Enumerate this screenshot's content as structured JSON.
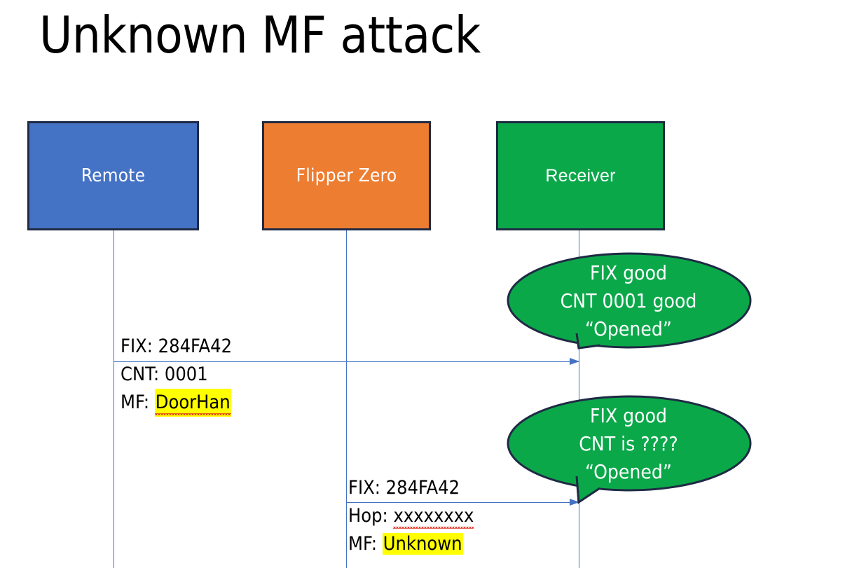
{
  "slide": {
    "title": "Unknown MF attack",
    "background_color": "#FFFFFF"
  },
  "colors": {
    "remote": "#4472C4",
    "flipper": "#ED7D31",
    "receiver": "#0BA84A",
    "box_border": "#1F2A44",
    "lifeline": "#4472C4",
    "highlight": "#FFFF00",
    "spellcheck_underline": "#E03020",
    "callout_fill": "#0BA84A",
    "callout_stroke": "#1F2A44"
  },
  "actors": [
    {
      "id": "remote",
      "label": "Remote",
      "fill": "#4472C4"
    },
    {
      "id": "flipper",
      "label": "Flipper Zero",
      "fill": "#ED7D31"
    },
    {
      "id": "receiver",
      "label": "Receiver",
      "fill": "#0BA84A"
    }
  ],
  "messages": [
    {
      "id": "msg-1",
      "from": "remote",
      "to": "receiver",
      "lines": [
        {
          "prefix": "FIX: ",
          "value": "284FA42",
          "highlight": false,
          "spellcheck_error": false
        },
        {
          "prefix": "CNT: ",
          "value": "0001",
          "highlight": false,
          "spellcheck_error": false
        },
        {
          "prefix": "MF: ",
          "value": "DoorHan",
          "highlight": true,
          "spellcheck_error": true
        }
      ]
    },
    {
      "id": "msg-2",
      "from": "flipper",
      "to": "receiver",
      "lines": [
        {
          "prefix": "FIX: ",
          "value": "284FA42",
          "highlight": false,
          "spellcheck_error": false
        },
        {
          "prefix": "Hop: ",
          "value": "xxxxxxxx",
          "highlight": false,
          "spellcheck_error": true
        },
        {
          "prefix": "MF: ",
          "value": "Unknown",
          "highlight": true,
          "spellcheck_error": false
        }
      ]
    }
  ],
  "callouts": [
    {
      "id": "callout-1",
      "anchor": "receiver",
      "lines": [
        "FIX good",
        "CNT 0001 good",
        "“Opened”"
      ]
    },
    {
      "id": "callout-2",
      "anchor": "receiver",
      "lines": [
        "FIX good",
        "CNT is ????",
        "“Opened”"
      ]
    }
  ]
}
